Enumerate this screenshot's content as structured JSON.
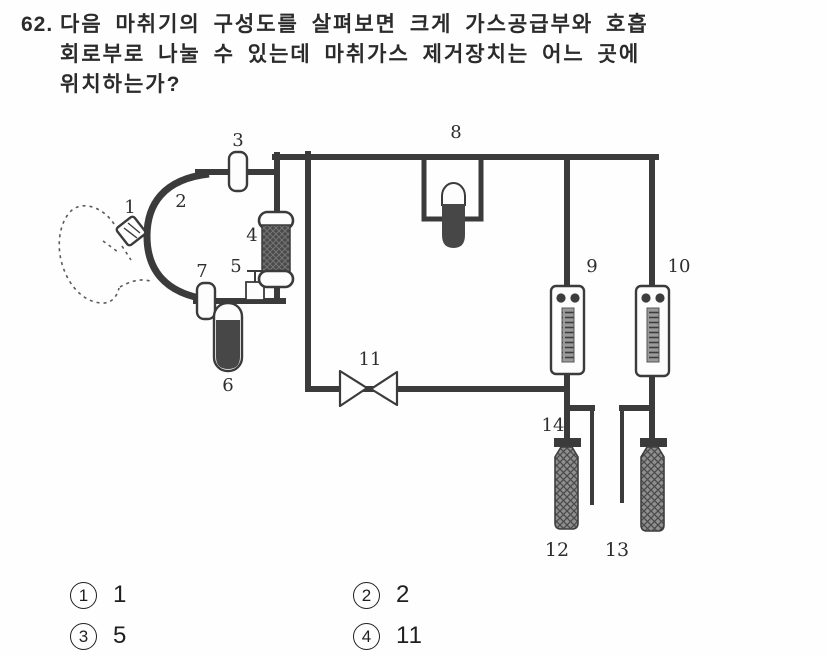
{
  "question": {
    "number": "62.",
    "lines": [
      "다음 마취기의 구성도를 살펴보면 크게 가스공급부와 호흡",
      "회로부로 나눌 수 있는데 마취가스 제거장치는 어느 곳에",
      "위치하는가?"
    ]
  },
  "diagram": {
    "labels": {
      "n1": "1",
      "n2": "2",
      "n3": "3",
      "n4": "4",
      "n5": "5",
      "n6": "6",
      "n7": "7",
      "n8": "8",
      "n9": "9",
      "n10": "10",
      "n11": "11",
      "n12": "12",
      "n13": "13",
      "n14": "14"
    }
  },
  "options": [
    {
      "marker": "1",
      "value": "1"
    },
    {
      "marker": "2",
      "value": "2"
    },
    {
      "marker": "3",
      "value": "5"
    },
    {
      "marker": "4",
      "value": "11"
    }
  ],
  "colors": {
    "ink": "#3b3b3b",
    "dark_fill": "#474747",
    "cylinder_gray": "#8f8f8f"
  }
}
